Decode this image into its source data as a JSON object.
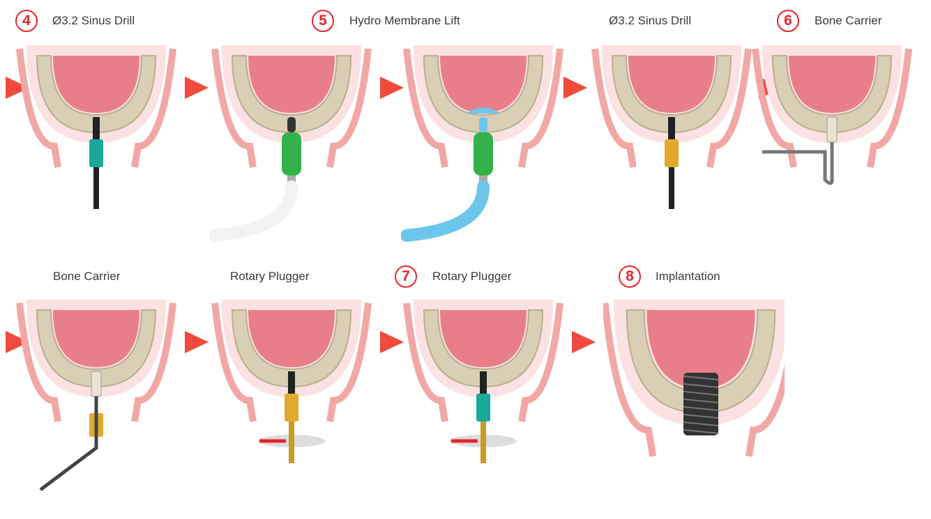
{
  "steps": [
    {
      "number": "4",
      "label": "Ø3.2 Sinus Drill",
      "tool": "drill",
      "drill_color": "#1aa89a"
    },
    {
      "number": "5",
      "label": "Hydro Membrane Lift",
      "tool": "hydro",
      "tube_color": "#f2f2f2"
    },
    {
      "number": "",
      "label": "",
      "tool": "hydro_lift",
      "tube_color": "#6cc6ec"
    },
    {
      "number": "",
      "label": "Ø3.2 Sinus Drill",
      "tool": "drill",
      "drill_color": "#e0aa2c"
    },
    {
      "number": "6",
      "label": "Bone Carrier",
      "tool": "carrier"
    },
    {
      "number": "",
      "label": "Bone Carrier",
      "tool": "carrier_down"
    },
    {
      "number": "",
      "label": "Rotary Plugger",
      "tool": "plugger",
      "drill_color": "#e0aa2c"
    },
    {
      "number": "7",
      "label": "Rotary Plugger",
      "tool": "plugger",
      "drill_color": "#1aa89a"
    },
    {
      "number": "8",
      "label": "Implantation",
      "tool": "implant"
    }
  ],
  "colors": {
    "accent": "#e8232a",
    "arrow": "#ef4a3c",
    "bone": "#d9cfb4",
    "sinus": "#e87f88",
    "gum": "#f2a7a7"
  }
}
